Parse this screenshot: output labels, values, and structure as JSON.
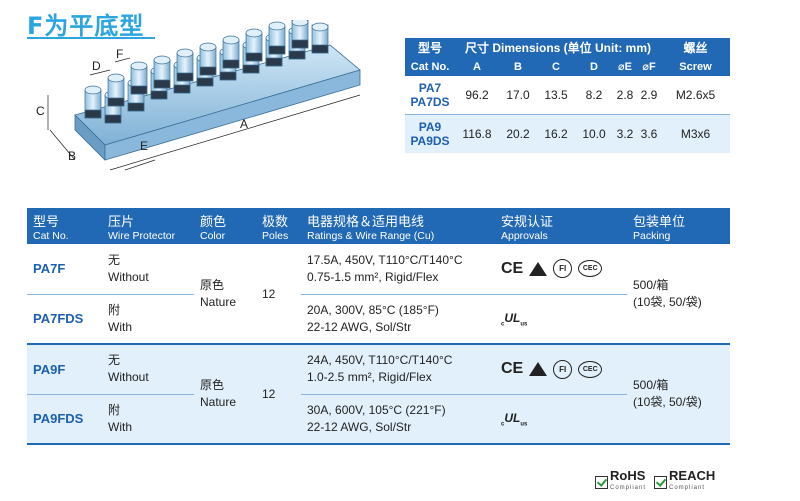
{
  "title": "F为平底型",
  "drawing": {
    "labels": [
      "A",
      "B",
      "C",
      "D",
      "E",
      "F"
    ]
  },
  "dimensions": {
    "headers": {
      "cat_zh": "型号",
      "cat_en": "Cat No.",
      "size_header": "尺寸 Dimensions (单位 Unit: mm)",
      "screw_zh": "螺丝",
      "screw_en": "Screw",
      "cols": [
        "A",
        "B",
        "C",
        "D",
        "⌀E",
        "⌀F"
      ]
    },
    "rows": [
      {
        "cat": [
          "PA7",
          "PA7DS"
        ],
        "values": [
          "96.2",
          "17.0",
          "13.5",
          "8.2",
          "2.8",
          "2.9"
        ],
        "screw": "M2.6x5"
      },
      {
        "cat": [
          "PA9",
          "PA9DS"
        ],
        "values": [
          "116.8",
          "20.2",
          "16.2",
          "10.0",
          "3.2",
          "3.6"
        ],
        "screw": "M3x6"
      }
    ]
  },
  "products": {
    "headers": [
      {
        "zh": "型号",
        "en": "Cat No."
      },
      {
        "zh": "压片",
        "en": "Wire Protector"
      },
      {
        "zh": "颜色",
        "en": "Color"
      },
      {
        "zh": "极数",
        "en": "Poles"
      },
      {
        "zh": "电器规格＆适用电线",
        "en": "Ratings & Wire Range (Cu)"
      },
      {
        "zh": "安规认证",
        "en": "Approvals"
      },
      {
        "zh": "包装单位",
        "en": "Packing"
      }
    ],
    "groups": [
      {
        "color_zh": "原色",
        "color_en": "Nature",
        "poles": "12",
        "packing": [
          "500/箱",
          "(10袋, 50/袋)"
        ],
        "rows": [
          {
            "cat": "PA7F",
            "prot_zh": "无",
            "prot_en": "Without",
            "rating": [
              "17.5A, 450V, T110°C/T140°C",
              "0.75-1.5 mm², Rigid/Flex"
            ],
            "approvals": "ce-group"
          },
          {
            "cat": "PA7FDS",
            "prot_zh": "附",
            "prot_en": "With",
            "rating": [
              "20A, 300V, 85°C (185°F)",
              "22-12 AWG, Sol/Str"
            ],
            "approvals": "ul"
          }
        ]
      },
      {
        "color_zh": "原色",
        "color_en": "Nature",
        "poles": "12",
        "packing": [
          "500/箱",
          "(10袋, 50/袋)"
        ],
        "rows": [
          {
            "cat": "PA9F",
            "prot_zh": "无",
            "prot_en": "Without",
            "rating": [
              "24A, 450V, T110°C/T140°C",
              "1.0-2.5 mm², Rigid/Flex"
            ],
            "approvals": "ce-group"
          },
          {
            "cat": "PA9FDS",
            "prot_zh": "附",
            "prot_en": "With",
            "rating": [
              "30A, 600V, 105°C (221°F)",
              "22-12 AWG, Sol/Str"
            ],
            "approvals": "ul"
          }
        ]
      }
    ],
    "approval_marks": {
      "ce": "CE",
      "fi": "FI",
      "cec": "CEC",
      "ul": "UL",
      "ul_c": "c",
      "ul_us": "us"
    }
  },
  "certifications": [
    {
      "name": "RoHS",
      "sub": "Compliant"
    },
    {
      "name": "REACH",
      "sub": "Compliant"
    }
  ],
  "colors": {
    "accent": "#2aa5e0",
    "header_blue": "#2269b5",
    "row_tint": "#e1f0fa",
    "cat_blue": "#1d5fb0"
  }
}
